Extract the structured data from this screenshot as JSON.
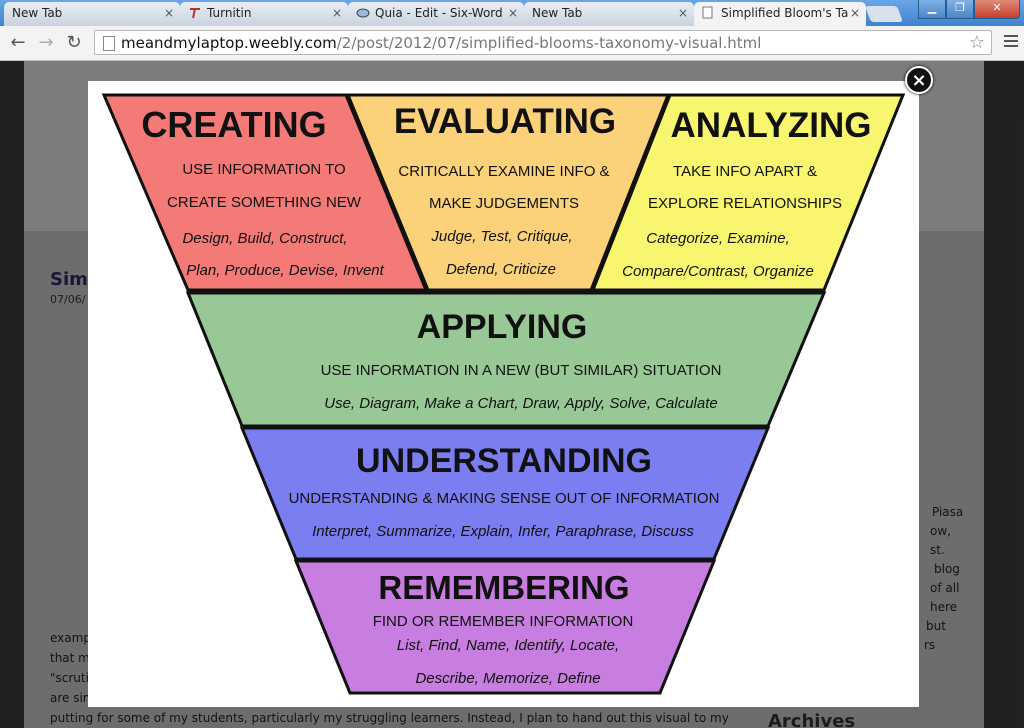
{
  "tabs": [
    {
      "label": "New Tab"
    },
    {
      "label": "Turnitin"
    },
    {
      "label": "Quia - Edit - Six-Word"
    },
    {
      "label": "New Tab"
    },
    {
      "label": "Simplified Bloom's Ta"
    }
  ],
  "address": {
    "host": "meandmylaptop.weebly.com",
    "path": "/2/post/2012/07/simplified-blooms-taxonomy-visual.html"
  },
  "background_page": {
    "post_title": "Simp",
    "post_date": "07/06/",
    "side_text": [
      "Piasa",
      "ow,",
      "st.",
      "blog",
      "of all",
      "here",
      "but",
      "rs"
    ],
    "body_lines": [
      "examp",
      "that m",
      "\"scruti",
      "are sim",
      "putting for some of my students, particularly my struggling learners.  Instead, I plan to hand out this visual to my"
    ],
    "archives_label": "Archives"
  },
  "pyramid": {
    "levels": [
      {
        "title": "CREATING",
        "description": [
          "USE INFORMATION TO",
          "CREATE SOMETHING NEW"
        ],
        "verbs": [
          "Design, Build, Construct,",
          "Plan, Produce, Devise, Invent"
        ],
        "color": "#f47a77"
      },
      {
        "title": "EVALUATING",
        "description": [
          "CRITICALLY EXAMINE INFO &",
          "MAKE JUDGEMENTS"
        ],
        "verbs": [
          "Judge, Test, Critique,",
          "Defend, Criticize"
        ],
        "color": "#fbd27a"
      },
      {
        "title": "ANALYZING",
        "description": [
          "TAKE INFO APART &",
          "EXPLORE RELATIONSHIPS"
        ],
        "verbs": [
          "Categorize, Examine,",
          "Compare/Contrast, Organize"
        ],
        "color": "#f8f66e"
      },
      {
        "title": "APPLYING",
        "description": [
          "USE INFORMATION IN A NEW (BUT SIMILAR) SITUATION"
        ],
        "verbs": [
          "Use, Diagram, Make a Chart, Draw, Apply, Solve, Calculate"
        ],
        "color": "#98c896"
      },
      {
        "title": "UNDERSTANDING",
        "description": [
          "UNDERSTANDING & MAKING SENSE OUT OF INFORMATION"
        ],
        "verbs": [
          "Interpret, Summarize, Explain, Infer, Paraphrase, Discuss"
        ],
        "color": "#7a7ef0"
      },
      {
        "title": "REMEMBERING",
        "description": [
          "FIND OR REMEMBER INFORMATION"
        ],
        "verbs": [
          "List, Find, Name, Identify, Locate,",
          "Describe, Memorize, Define"
        ],
        "color": "#c87de0"
      }
    ]
  },
  "close_label": "×",
  "tab_close_label": "×"
}
